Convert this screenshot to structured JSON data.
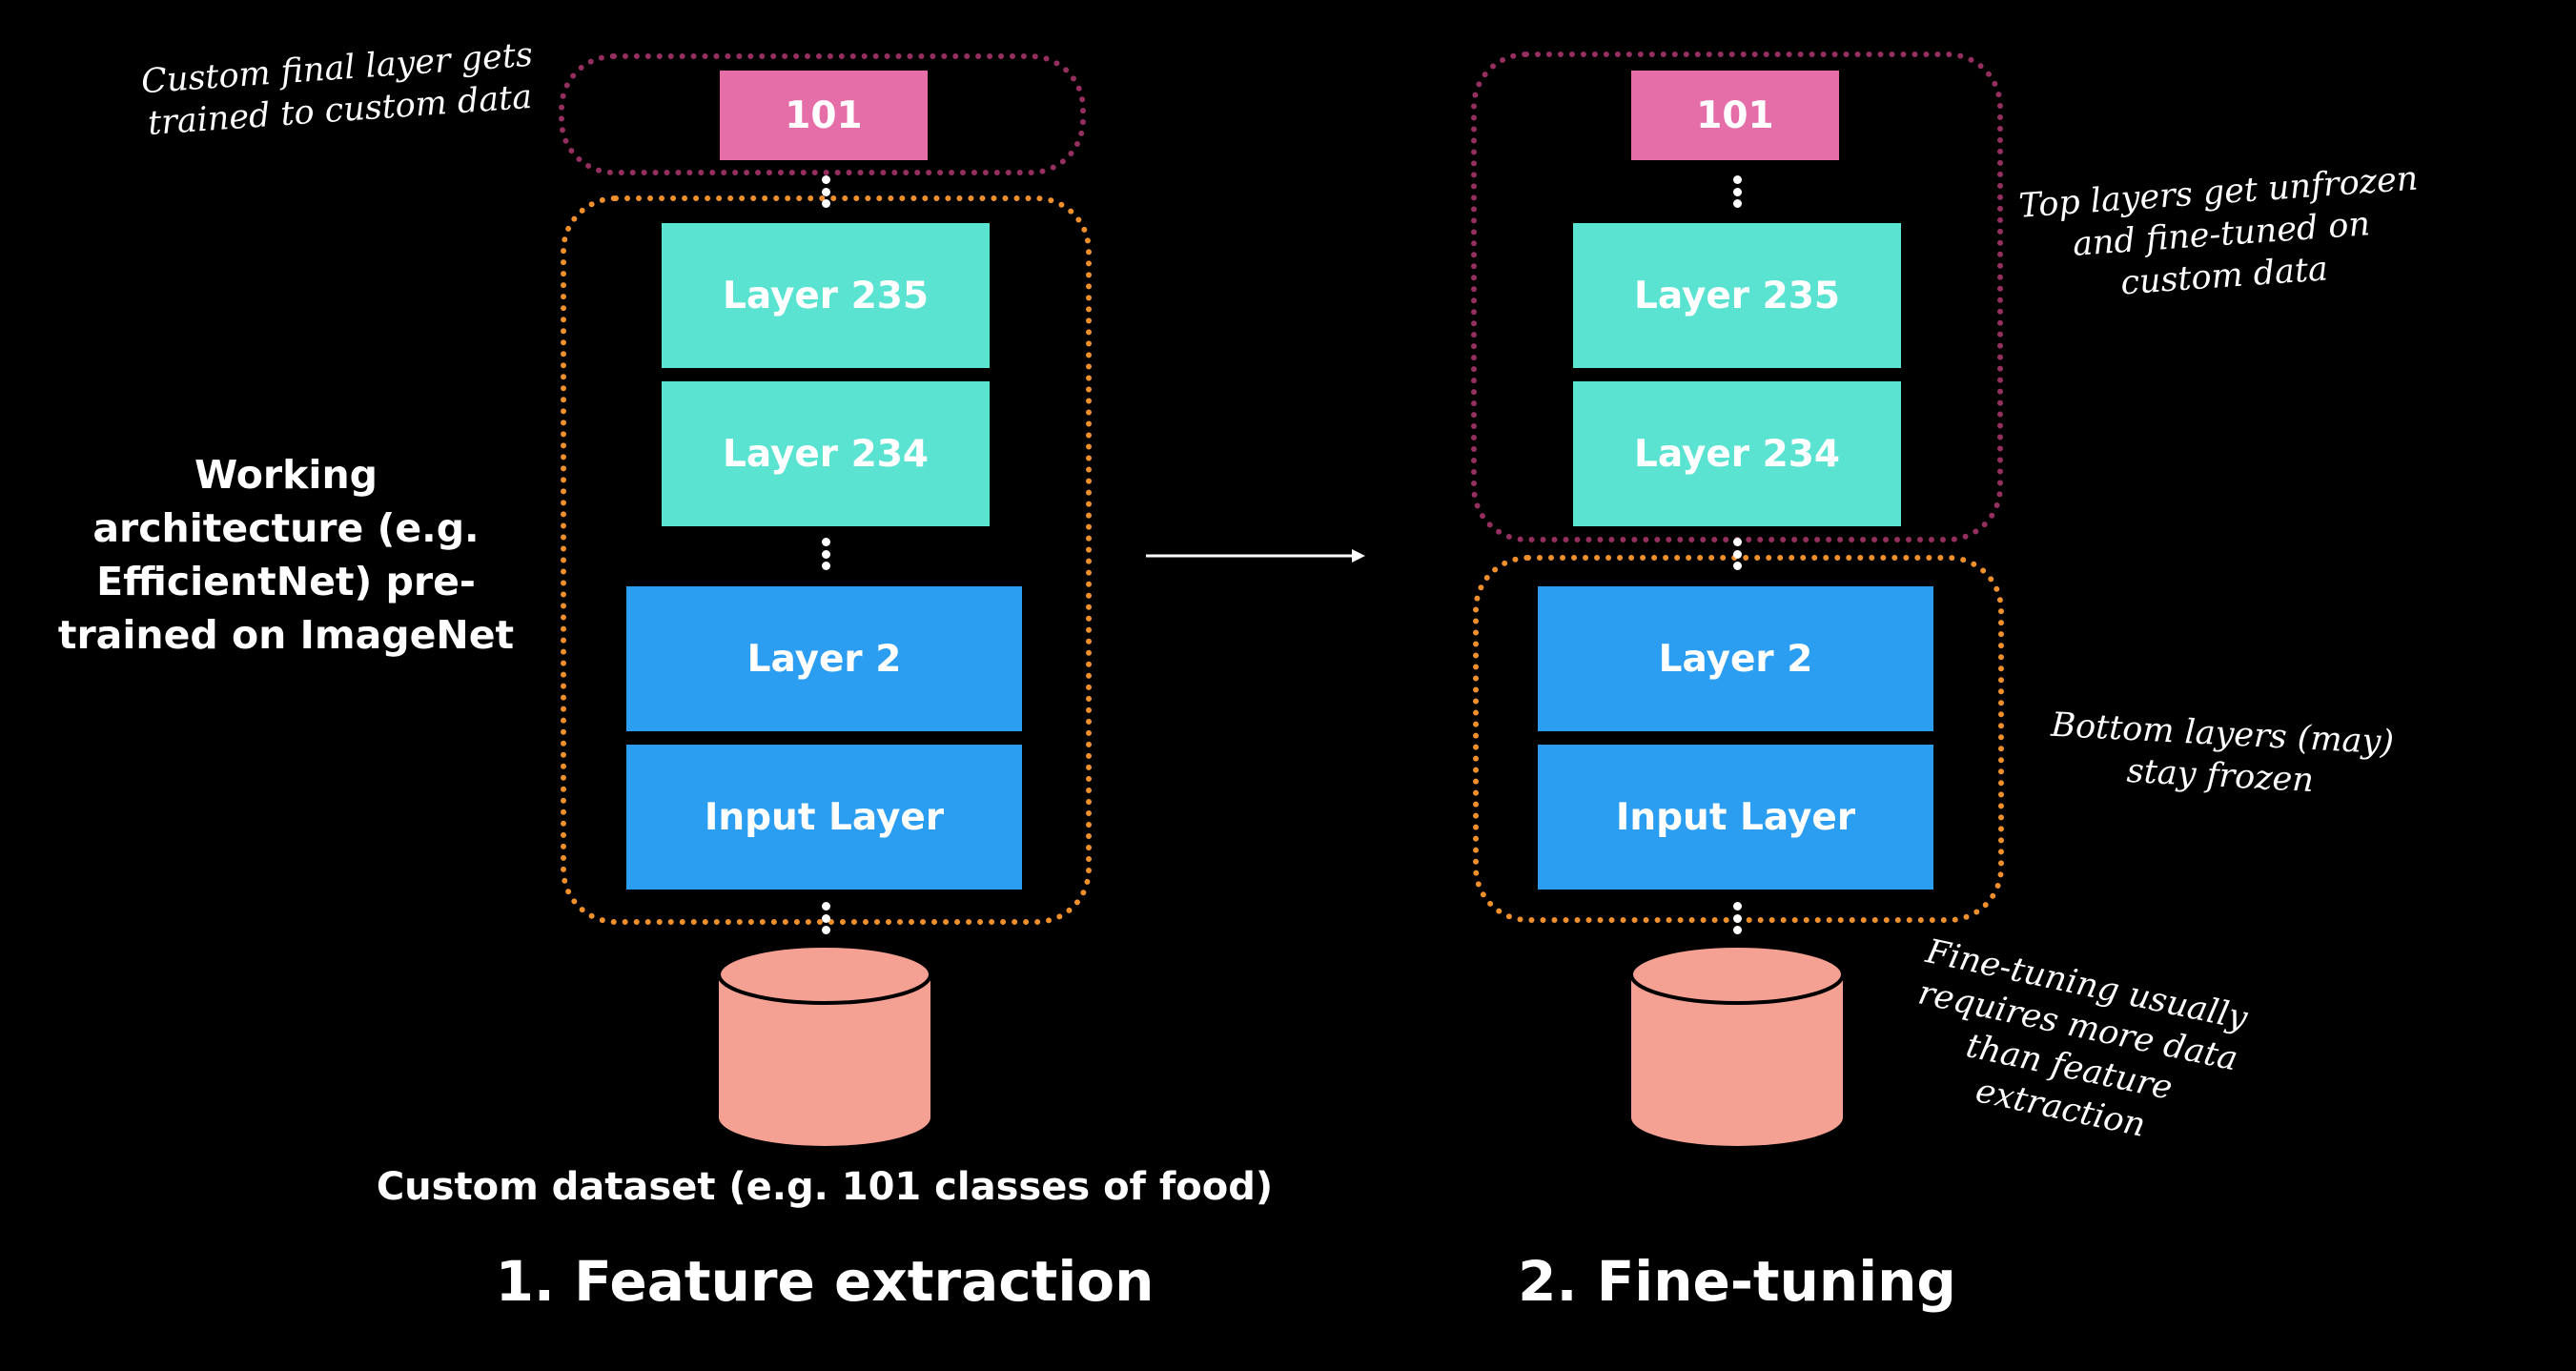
{
  "colors": {
    "background": "#000000",
    "output_layer": "#e56da8",
    "top_layers": "#5be3d2",
    "bottom_layers": "#2b9ef2",
    "dataset": "#f4a092",
    "pink_outline": "#952f60",
    "orange_outline": "#f0902d"
  },
  "left": {
    "output_label": "101",
    "layer_235": "Layer 235",
    "layer_234": "Layer 234",
    "layer_2": "Layer 2",
    "input_layer": "Input Layer",
    "note_top": "Custom final layer gets trained to custom data",
    "note_side": "Working architecture (e.g. EfficientNet) pre-trained on ImageNet",
    "dataset_caption": "Custom dataset (e.g. 101 classes of food)",
    "title": "1. Feature extraction"
  },
  "right": {
    "output_label": "101",
    "layer_235": "Layer 235",
    "layer_234": "Layer 234",
    "layer_2": "Layer 2",
    "input_layer": "Input Layer",
    "note_top": "Top layers get unfrozen and fine-tuned on custom data",
    "note_bottom": "Bottom layers (may) stay frozen",
    "note_data": "Fine-tuning usually requires more data than feature extraction",
    "title": "2. Fine-tuning"
  },
  "icons": {
    "left_dataset": "database-cylinder-icon",
    "right_dataset": "database-cylinder-icon",
    "transition": "arrow-right-icon"
  }
}
